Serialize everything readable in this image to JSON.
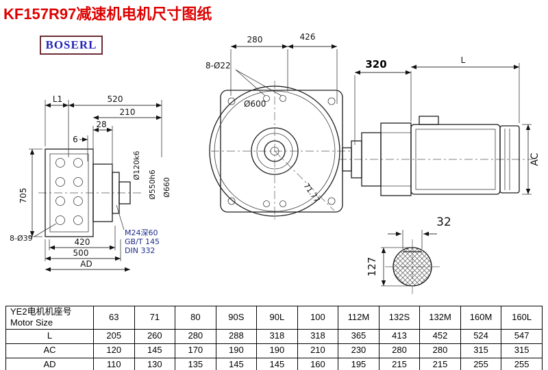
{
  "page": {
    "title": "KF157R97减速机电机尺寸图纸",
    "logo": "BOSERL"
  },
  "colors": {
    "title_red": "#dd0000",
    "logo_blue": "#2222bb",
    "note_navy": "#1b2a8a"
  },
  "dims": {
    "l1": "L1",
    "d520": "520",
    "d210": "210",
    "d28": "28",
    "d6": "6",
    "d705": "705",
    "holes39": "8-Ø39",
    "d420": "420",
    "d500": "500",
    "ad": "AD",
    "shaft_dia": "Ø120k6",
    "d550": "Ø550h6",
    "d660": "Ø660",
    "tap": "M24深60",
    "std_gb": "GB/T 145",
    "std_din": "DIN 332",
    "d280": "280",
    "d426": "426",
    "holes22": "8-Ø22",
    "d600": "Ø600",
    "diag": "71.77",
    "d320": "320",
    "len_l": "L",
    "ac": "AC",
    "d32": "32",
    "d127": "127"
  },
  "table": {
    "header_cn": "YE2电机机座号",
    "header_en": "Motor Size",
    "sizes": [
      "63",
      "71",
      "80",
      "90S",
      "90L",
      "100",
      "112M",
      "132S",
      "132M",
      "160M",
      "160L"
    ],
    "rows": [
      {
        "label": "L",
        "values": [
          "205",
          "260",
          "280",
          "288",
          "318",
          "318",
          "365",
          "413",
          "452",
          "524",
          "547"
        ]
      },
      {
        "label": "AC",
        "values": [
          "120",
          "145",
          "170",
          "190",
          "190",
          "210",
          "230",
          "280",
          "280",
          "315",
          "315"
        ]
      },
      {
        "label": "AD",
        "values": [
          "110",
          "130",
          "135",
          "145",
          "145",
          "160",
          "195",
          "215",
          "215",
          "255",
          "255"
        ]
      }
    ]
  }
}
